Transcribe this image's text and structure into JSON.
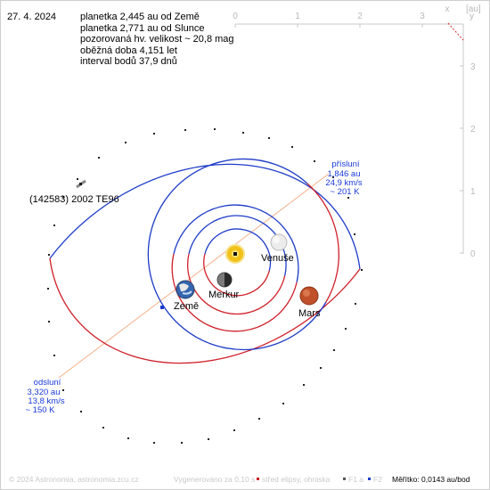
{
  "header": {
    "date": "27. 4. 2024",
    "lines": [
      "planetka 2,445 au od Země",
      "planetka 2,771 au od Slunce",
      "pozorovaná hv. velikost ~ 20,8 mag",
      "oběžná doba 4,151 let",
      "interval bodů 37,9 dnů"
    ]
  },
  "axes": {
    "x_ticks": [
      "0",
      "1",
      "2",
      "3"
    ],
    "y_ticks": [
      "3",
      "2",
      "1",
      "0"
    ],
    "x_label": "x",
    "y_label": "y",
    "unit": "[au]"
  },
  "labels": {
    "asteroid": "(142583) 2002 TE96",
    "venus": "Venuše",
    "mercury": "Merkur",
    "earth": "Země",
    "mars": "Mars",
    "perihelion": [
      "přísluní",
      "1,846 au",
      "24,9 km/s",
      "~ 201 K"
    ],
    "aphelion": [
      "odsluní",
      "3,320 au",
      "13,8 km/s",
      "~ 150 K"
    ]
  },
  "footer": {
    "copyright": "© 2024 Astronomia, astronomia.zcu.cz",
    "generated": "Vygenerováno za 0,10 s",
    "center_legend": "střed elipsy, ohniska",
    "f1": "F1 a",
    "f2": "F2",
    "scale": "Měřítko: 0,0143 au/bod"
  },
  "colors": {
    "orbit_blue": "#1e3cc8",
    "orbit_red": "#d0202a",
    "apsis_line": "#f5b08a",
    "label_blue": "#1a3ad8",
    "sun": "#f2c21a",
    "mars": "#c0502a"
  }
}
